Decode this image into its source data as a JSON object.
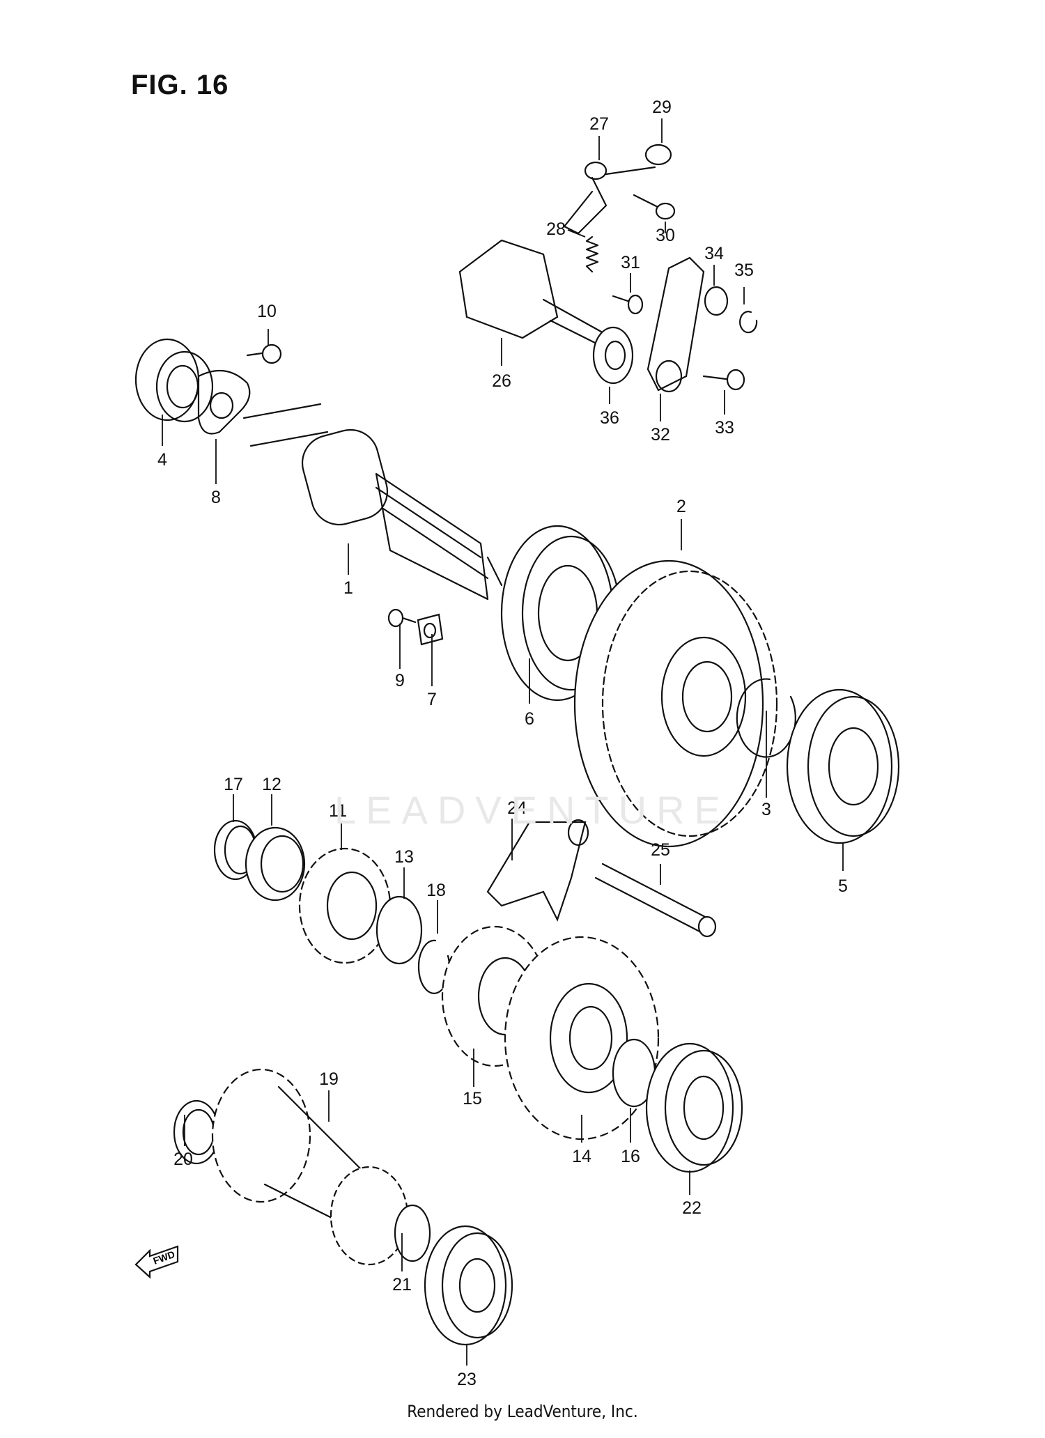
{
  "figure": {
    "title": "FIG. 16"
  },
  "watermark": "LEADVENTURE",
  "fwd_label": "FWD",
  "footer": "Rendered by LeadVenture, Inc.",
  "callouts": [
    "1",
    "2",
    "3",
    "4",
    "5",
    "6",
    "7",
    "8",
    "9",
    "10",
    "11",
    "12",
    "13",
    "14",
    "15",
    "16",
    "17",
    "18",
    "19",
    "20",
    "21",
    "22",
    "23",
    "24",
    "25",
    "26",
    "27",
    "28",
    "29",
    "30",
    "31",
    "32",
    "33",
    "34",
    "35",
    "36"
  ]
}
